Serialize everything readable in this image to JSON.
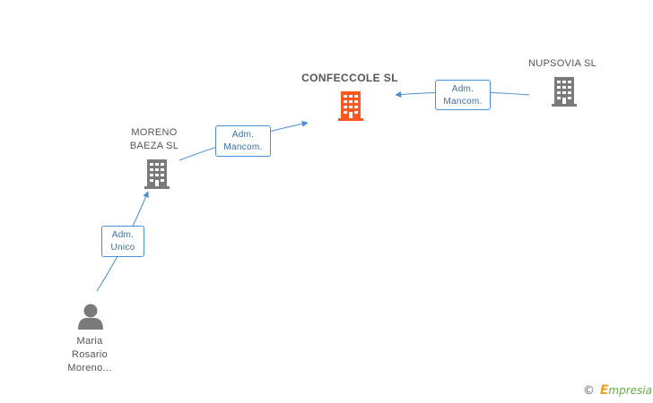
{
  "colors": {
    "main_node": "#ff5722",
    "node": "#7a7a7a",
    "edge": "#4a8fd4",
    "edge_text": "#3a6ea5"
  },
  "nodes": {
    "confeccole": {
      "name": "CONFECCOLE SL",
      "icon": "building-icon"
    },
    "nupsovia": {
      "name": "NUPSOVIA SL",
      "icon": "building-icon"
    },
    "moreno": {
      "name_line1": "MORENO",
      "name_line2": "BAEZA SL",
      "icon": "building-icon"
    },
    "maria": {
      "name_line1": "Maria",
      "name_line2": "Rosario",
      "name_line3": "Moreno...",
      "icon": "person-icon"
    }
  },
  "edges": {
    "nupsovia_confeccole": {
      "line1": "Adm.",
      "line2": "Mancom."
    },
    "moreno_confeccole": {
      "line1": "Adm.",
      "line2": "Mancom."
    },
    "maria_moreno": {
      "line1": "Adm.",
      "line2": "Unico"
    }
  },
  "watermark": {
    "copyright": "©",
    "brand_first": "E",
    "brand_rest": "mpresia"
  }
}
